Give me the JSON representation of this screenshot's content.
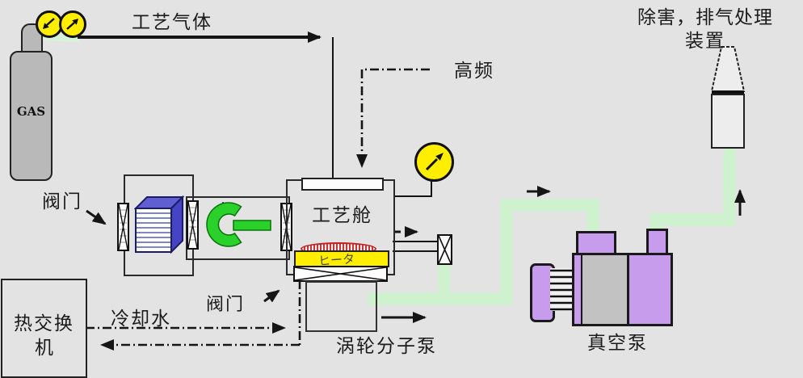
{
  "diagram": {
    "gas_supply": {
      "cylinder_label": "GAS",
      "line_label": "工艺气体"
    },
    "rf": {
      "label": "高频"
    },
    "load_lock": {
      "valve_label": "阀门"
    },
    "process_chamber": {
      "label": "工艺舱",
      "heater_label": "ヒータ",
      "gate_valve_label": "阀门"
    },
    "turbo_pump": {
      "label": "涡轮分子泵"
    },
    "vacuum_pump": {
      "label": "真空泵"
    },
    "abatement": {
      "label_line1": "除害，排气处理",
      "label_line2": "装置"
    },
    "cooling": {
      "heat_exchanger_line1": "热交换",
      "heat_exchanger_line2": "机",
      "water_label": "冷却水"
    }
  },
  "icons": {
    "pressure_gauge": "yellow-circle-with-needle",
    "valve": "rect-with-bowtie-cross",
    "robot_arm": "green-c-with-bar",
    "cassette": "blue-3d-striped-box"
  },
  "colors": {
    "background": "#e3e3e3",
    "pipe_green": "#cdf2cd",
    "arm_green": "#2bd12b",
    "gauge_yellow": "#ffee00",
    "heater_yellow": "#ffee00",
    "pump_purple": "#c89ced",
    "pump_gray": "#c2c2c2",
    "cassette_blue_top": "#5f5fd2",
    "cassette_blue_side": "#4444c4",
    "cylinder_gray": "#b9b9b9",
    "plasma_red": "#cc2222",
    "line_black": "#151515"
  }
}
